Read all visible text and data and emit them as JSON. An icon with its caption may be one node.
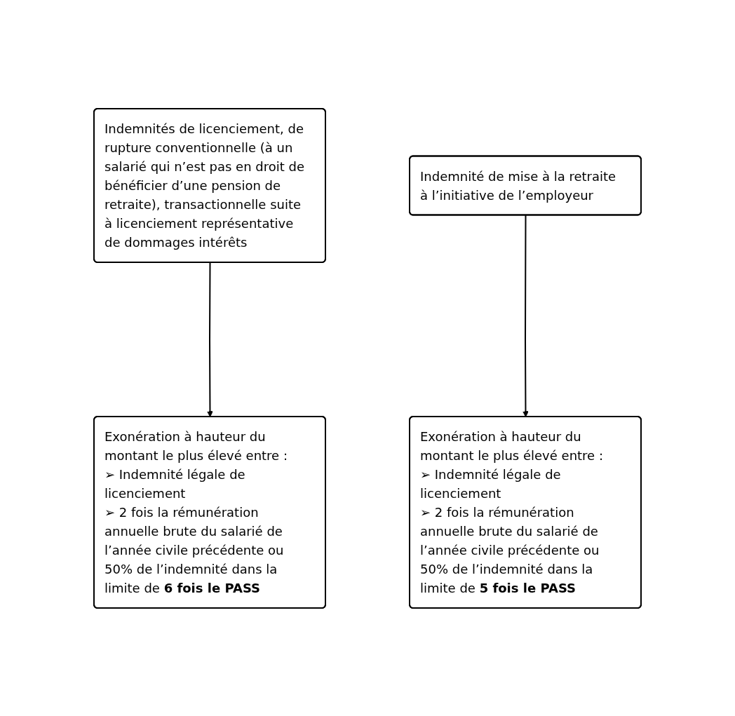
{
  "diagram": {
    "nodes": [
      {
        "text": [
          "Indemnités de licenciement, de rupture conventionnelle (à un salarié qui n’est pas en droit de bénéficier d’une pension de retraite), transactionnelle suite à licenciement représentative de dommages intérêts"
        ]
      },
      {
        "text": [
          "Indemnité de mise à la retraite à l’initiative de l’employeur"
        ]
      },
      {
        "text": [
          "Exonération à hauteur du montant le plus élevé entre :",
          "➢ Indemnité légale de licenciement",
          "➢ 2 fois la rémunération annuelle brute du salarié de l’année civile précédente ou 50% de l’indemnité dans la limite de **6 fois le PASS**"
        ]
      },
      {
        "text": [
          "Exonération à hauteur du montant le plus élevé entre :",
          "➢ Indemnité légale de licenciement",
          "➢ 2 fois la rémunération annuelle brute du salarié de l’année civile précédente ou 50% de l’indemnité dans la limite de **5 fois le PASS**"
        ]
      }
    ],
    "edges": [
      {
        "from": 0,
        "to": 2,
        "arrow": "to"
      },
      {
        "from": 1,
        "to": 3,
        "arrow": "to"
      }
    ]
  }
}
